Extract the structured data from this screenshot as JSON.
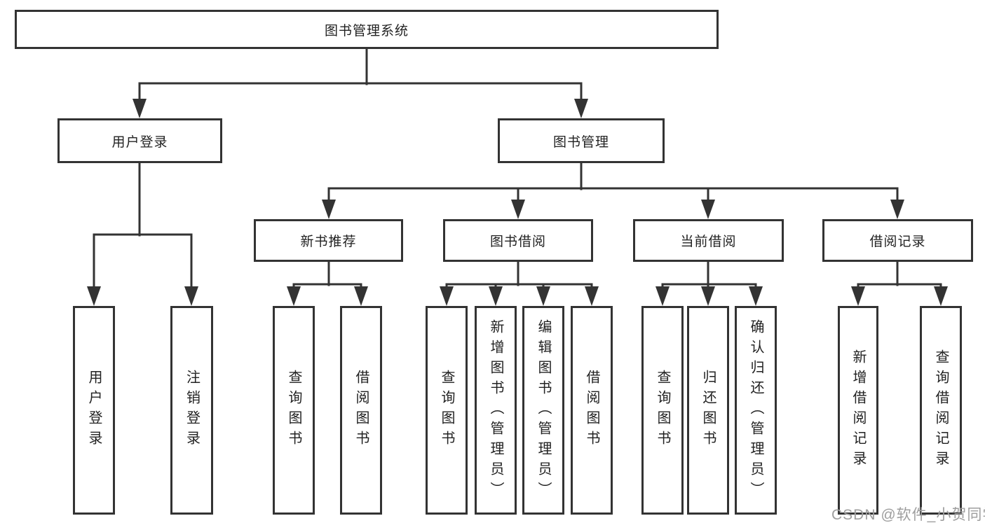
{
  "diagram": {
    "root": {
      "label": "图书管理系统"
    },
    "level2": [
      {
        "label": "用户登录",
        "children": [
          {
            "label": "用户登录"
          },
          {
            "label": "注销登录"
          }
        ]
      },
      {
        "label": "图书管理",
        "children": [
          {
            "label": "新书推荐",
            "children": [
              {
                "label": "查询图书"
              },
              {
                "label": "借阅图书"
              }
            ]
          },
          {
            "label": "图书借阅",
            "children": [
              {
                "label": "查询图书"
              },
              {
                "label": "新增图书（管理员）"
              },
              {
                "label": "编辑图书（管理员）"
              },
              {
                "label": "借阅图书"
              }
            ]
          },
          {
            "label": "当前借阅",
            "children": [
              {
                "label": "查询图书"
              },
              {
                "label": "归还图书"
              },
              {
                "label": "确认归还（管理员）"
              }
            ]
          },
          {
            "label": "借阅记录",
            "children": [
              {
                "label": "新增借阅记录"
              },
              {
                "label": "查询借阅记录"
              }
            ]
          }
        ]
      }
    ],
    "watermark": "CSDN @软件_小贺同学",
    "colors": {
      "line": "#333333",
      "text": "#222222",
      "box_background": "#ffffff",
      "watermark": "#9e9e9e",
      "background": "#ffffff"
    }
  }
}
